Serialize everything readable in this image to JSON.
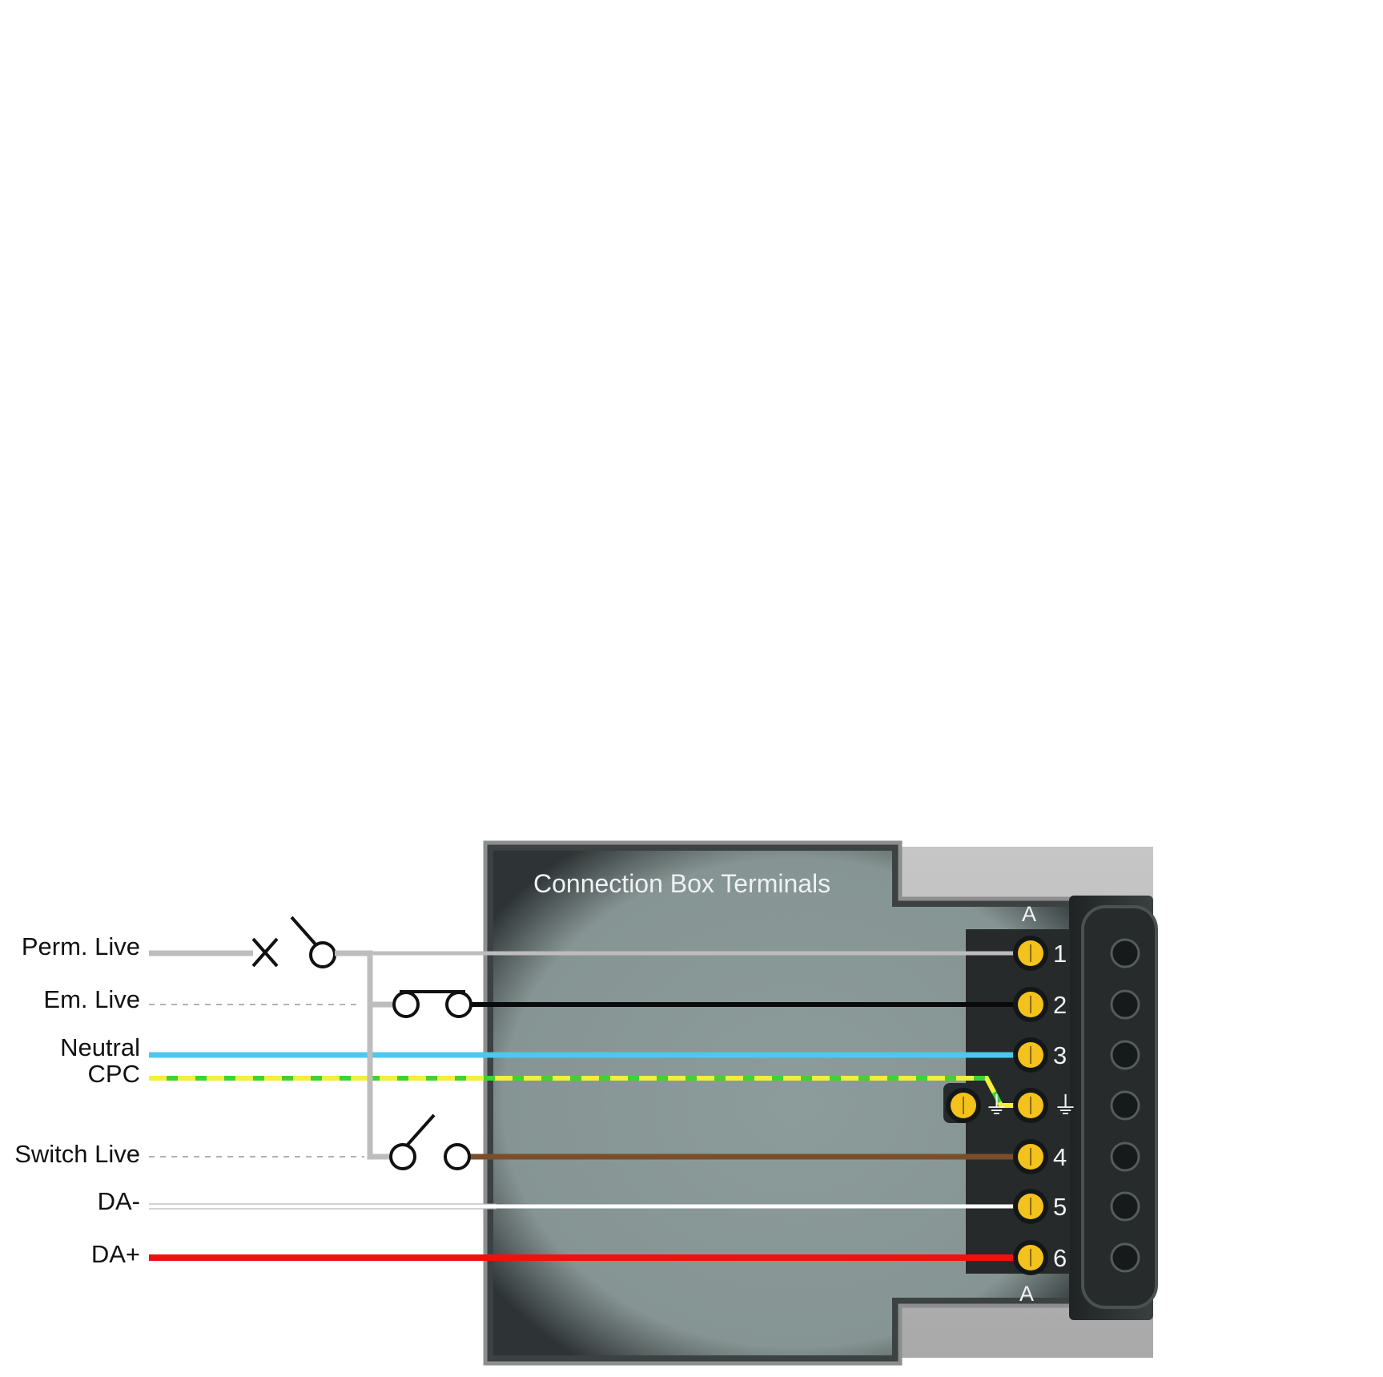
{
  "box_title": "Connection Box Terminals",
  "row_letter_top": "A",
  "row_letter_bottom": "A",
  "earth_symbol": "⏚",
  "wires": [
    {
      "label": "Perm. Live",
      "terminal": "1",
      "color": "#bdbdbd"
    },
    {
      "label": "Em. Live",
      "terminal": "2",
      "color": "#0a0a0a"
    },
    {
      "label": "Neutral",
      "terminal": "3",
      "color": "#4cc8ee"
    },
    {
      "label": "CPC",
      "terminal": "⏚",
      "color": "#f4ef3a",
      "color2": "#3ed23a"
    },
    {
      "label": "Switch Live",
      "terminal": "4",
      "color": "#7a4e2c"
    },
    {
      "label": "DA-",
      "terminal": "5",
      "color": "#ffffff"
    },
    {
      "label": "DA+",
      "terminal": "6",
      "color": "#ee1111"
    }
  ],
  "colors": {
    "housing": "#3c4142",
    "panel": "#8a9a98",
    "terminal_block": "#262a2a",
    "screw": "#f4c21c",
    "connector": "#2b3030",
    "outer_frame": "#b8b8b8"
  }
}
